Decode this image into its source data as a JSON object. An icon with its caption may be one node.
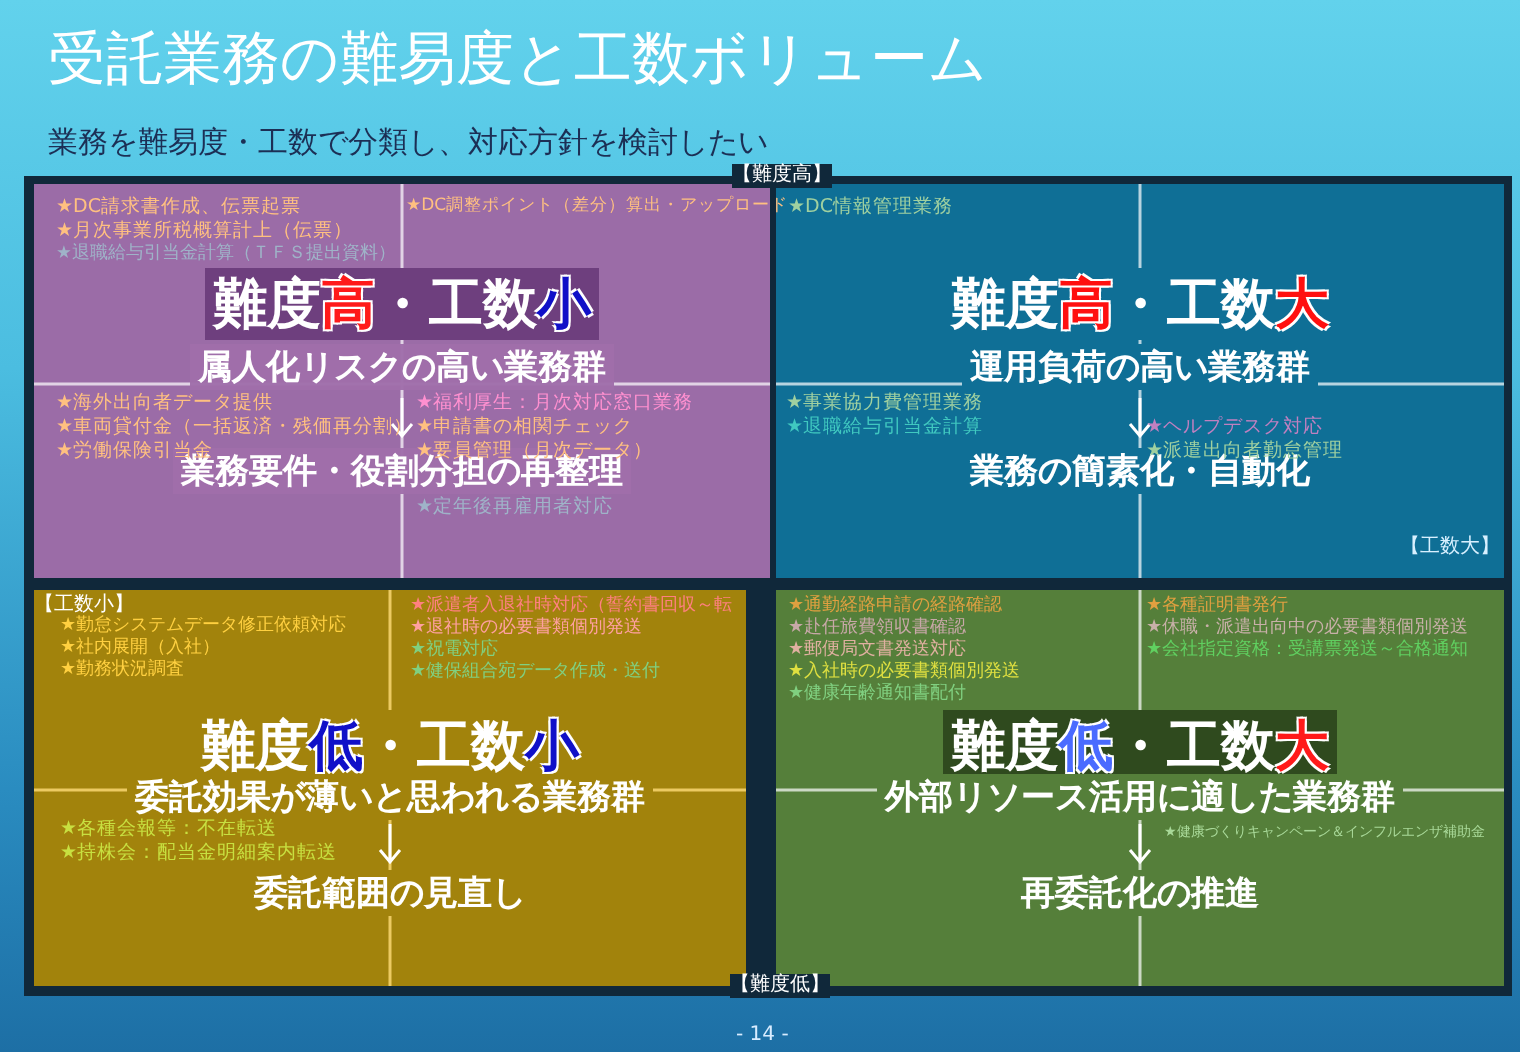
{
  "diagram": {
    "title": "受託業務の難易度と工数ボリューム",
    "nodes": [
      {
        "text": [
          "難度高・工数小",
          "属人化リスクの高い業務群",
          "業務要件・役割分担の再整理"
        ]
      },
      {
        "text": [
          "難度高・工数大",
          "運用負荷の高い業務群",
          "業務の簡素化・自動化"
        ]
      },
      {
        "text": [
          "難度低・工数小",
          "委託効果が薄いと思われる業務群",
          "委託範囲の見直し"
        ]
      },
      {
        "text": [
          "難度低・工数大",
          "外部リソース活用に適した業務群",
          "再委託化の推進"
        ]
      }
    ],
    "edges": [],
    "labels": [
      "業務を難易度・工数で分類し、対応方針を検討したい",
      "【難度高】",
      "★DC請求書作成、伝票起票",
      "★月次事業所税概算計上（伝票）",
      "★退職給与引当金計算（ＴＦＳ提出資料）",
      "★DC調整ポイント（差分）算出・アップロード",
      "★DC情報管理業務",
      "★海外出向者データ提供",
      "★車両貸付金（一括返済・残価再分割）",
      "★労働保険引当金",
      "★福利厚生：月次対応窓口業務",
      "★申請書の相関チェック",
      "★要員管理（月次データ）",
      "★定年後再雇用者対応",
      "★事業協力費管理業務",
      "★退職給与引当金計算",
      "★ヘルプデスク対応",
      "★派遣出向者勤怠管理",
      "【工数大】",
      "【工数小】",
      "★勤怠システムデータ修正依頼対応",
      "★社内展開（入社）",
      "★勤務状況調査",
      "★派遣者入退社時対応（誓約書回収～転",
      "★退社時の必要書類個別発送",
      "★祝電対応",
      "★健保組合宛データ作成・送付",
      "★通勤経路申請の経路確認",
      "★赴任旅費領収書確認",
      "★郵便局文書発送対応",
      "★入社時の必要書類個別発送",
      "★健康年齢通知書配付",
      "★各種証明書発行",
      "★休職・派遣出向中の必要書類個別発送",
      "★会社指定資格：受講票発送～合格通知",
      "★各種会報等：不在転送",
      "★持株会：配当金明細案内転送",
      "★健康づくりキャンペーン＆インフルエンザ補助金",
      "【難度低】",
      "- 14 -"
    ]
  }
}
